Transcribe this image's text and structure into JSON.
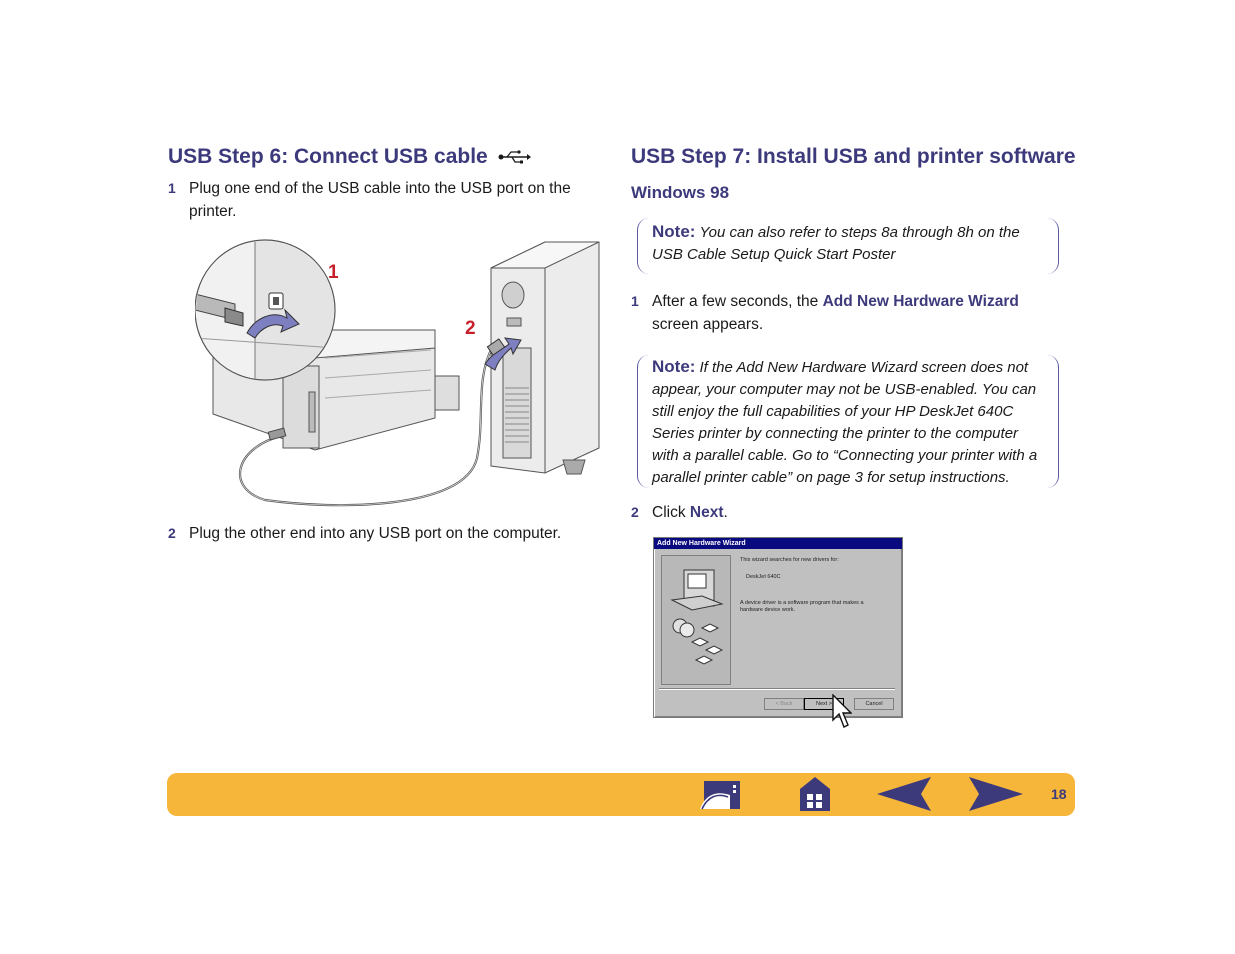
{
  "step6": {
    "title": "USB Step 6: Connect USB cable",
    "items": [
      {
        "num": "1",
        "text": "Plug one end of the USB cable into the USB port on the printer."
      },
      {
        "num": "2",
        "text": "Plug the other end into any USB port on the computer."
      }
    ],
    "illustration": {
      "callout_1": "1",
      "callout_2": "2"
    }
  },
  "step7": {
    "title": "USB Step 7: Install USB and printer software",
    "subtitle": "Windows 98",
    "note1": {
      "label": "Note:",
      "text": "You can also refer to steps 8a through 8h on the USB Cable Setup Quick Start Poster"
    },
    "item1": {
      "num": "1",
      "pre": "After a few seconds, the ",
      "bold": "Add New Hardware Wizard",
      "post": " screen appears."
    },
    "note2": {
      "label": "Note:",
      "text": "If the Add New Hardware Wizard screen does not appear, your computer may not be USB-enabled. You can still enjoy the full capabilities of your HP DeskJet 640C Series printer by connecting the printer to the computer with a parallel cable. Go to “Connecting your printer with a parallel printer cable” on page 3 for setup instructions."
    },
    "item2": {
      "num": "2",
      "pre": "Click ",
      "bold": "Next",
      "post": "."
    }
  },
  "dialog": {
    "title": "Add New Hardware Wizard",
    "line1": "This wizard searches for new drivers for:",
    "device": "DeskJet 640C",
    "line2": "A device driver is a software program that makes a",
    "line3": "hardware device work.",
    "back": "< Back",
    "next": "Next >",
    "cancel": "Cancel"
  },
  "footer": {
    "page_number": "18",
    "icons": [
      "printer-icon",
      "home-icon",
      "back-arrow-icon",
      "forward-arrow-icon"
    ]
  },
  "colors": {
    "heading": "#3d3a7c",
    "footer_bar": "#f6b63a",
    "callout": "#c8202a"
  }
}
